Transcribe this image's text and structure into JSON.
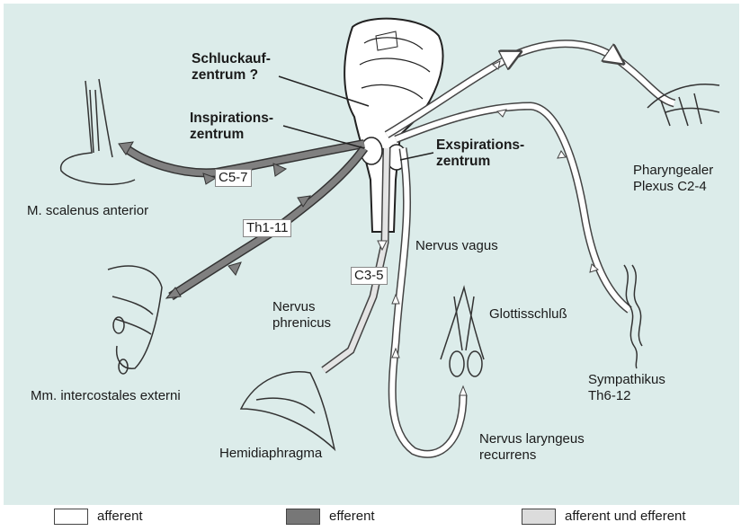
{
  "labels": {
    "hiccup_center": [
      "Schluckauf-",
      "zentrum ?"
    ],
    "inspiration_center": [
      "Inspirations-",
      "zentrum"
    ],
    "expiration_center": [
      "Exspirations-",
      "zentrum"
    ],
    "scalenus": "M. scalenus anterior",
    "intercostales": "Mm. intercostales externi",
    "hemidiaphragma": "Hemidiaphragma",
    "nervus_phrenicus": [
      "Nervus",
      "phrenicus"
    ],
    "nervus_vagus": "Nervus vagus",
    "glottisschluss": "Glottisschluß",
    "nervus_laryngeus": [
      "Nervus laryngeus",
      "recurrens"
    ],
    "pharyngeal": [
      "Pharyngealer",
      "Plexus C2-4"
    ],
    "sympathikus": [
      "Sympathikus",
      "Th6-12"
    ]
  },
  "tags": {
    "c5_7": "C5-7",
    "th1_11": "Th1-11",
    "c3_5": "C3-5"
  },
  "legend": [
    {
      "label": "afferent",
      "color": "#ffffff"
    },
    {
      "label": "efferent",
      "color": "#777777"
    },
    {
      "label": "afferent und efferent",
      "color": "#dcdcdc"
    }
  ]
}
